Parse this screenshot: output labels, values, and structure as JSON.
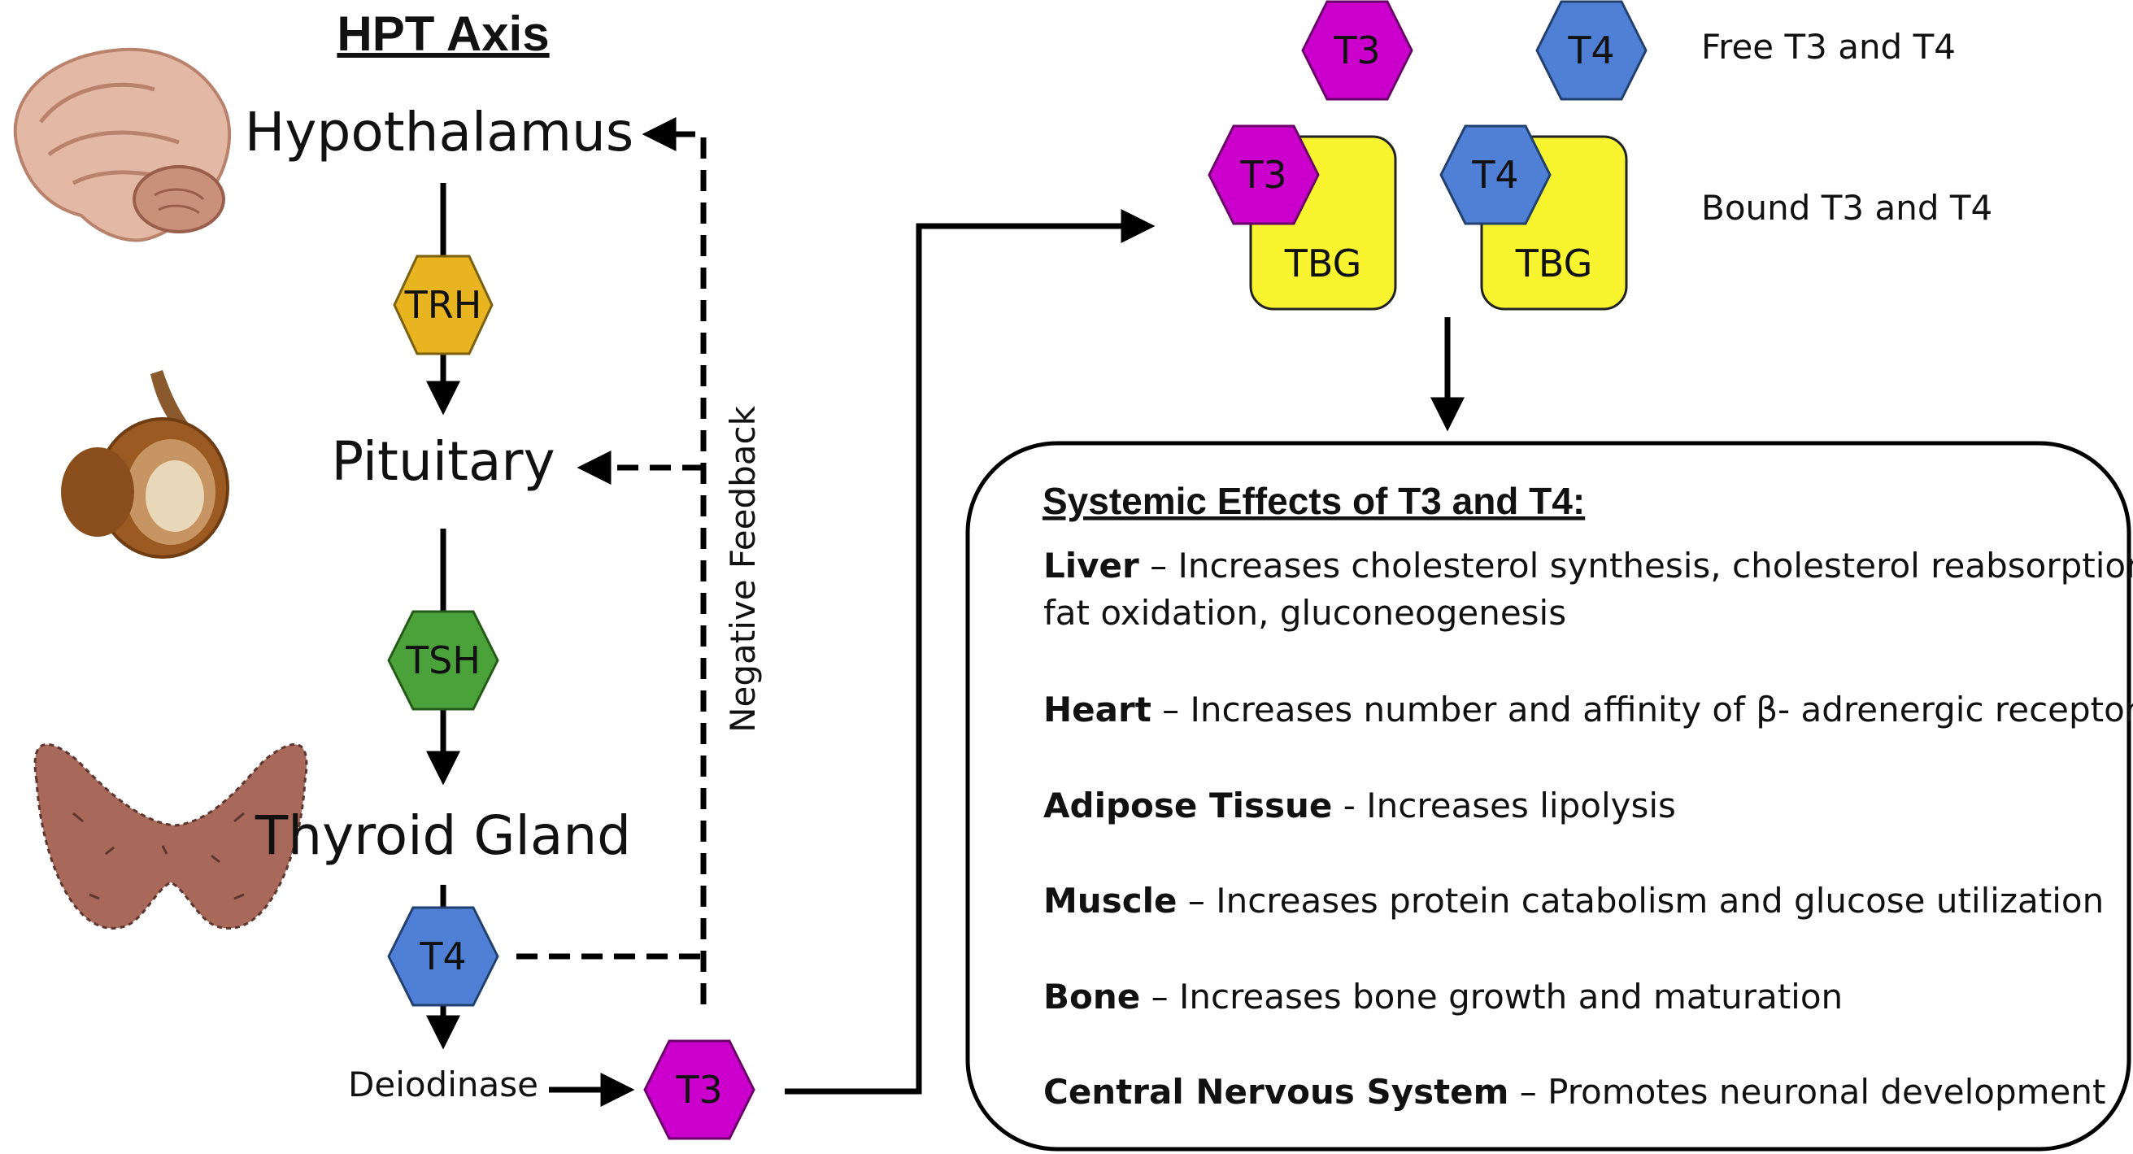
{
  "title": "HPT Axis",
  "stages": {
    "hypothalamus": "Hypothalamus",
    "pituitary": "Pituitary",
    "thyroid": "Thyroid Gland",
    "deiodinase": "Deiodinase"
  },
  "hormones": {
    "trh": "TRH",
    "tsh": "TSH",
    "t4": "T4",
    "t3": "T3"
  },
  "feedback_label": "Negative Feedback",
  "transport": {
    "free_t3": "T3",
    "free_t4": "T4",
    "free_label": "Free T3 and T4",
    "bound_t3": "T3",
    "bound_t4": "T4",
    "tbg_1": "TBG",
    "tbg_2": "TBG",
    "bound_label": "Bound T3 and T4"
  },
  "effects": {
    "title": "Systemic Effects of T3 and T4:",
    "items": [
      {
        "organ": "Liver",
        "sep": " – ",
        "text": "Increases cholesterol synthesis, cholesterol reabsorption,",
        "text2": "fat oxidation, gluconeogenesis"
      },
      {
        "organ": "Heart",
        "sep": " – ",
        "text": "Increases number and affinity of β- adrenergic receptors"
      },
      {
        "organ": "Adipose Tissue",
        "sep": " - ",
        "text": "Increases lipolysis"
      },
      {
        "organ": "Muscle",
        "sep": " – ",
        "text": "Increases protein catabolism and glucose utilization"
      },
      {
        "organ": "Bone",
        "sep": " – ",
        "text": "Increases bone growth and maturation"
      },
      {
        "organ": "Central Nervous System",
        "sep": " – ",
        "text": "Promotes neuronal development"
      }
    ]
  },
  "colors": {
    "trh": "#E8B521",
    "tsh": "#4CA23A",
    "t4": "#4F80D6",
    "t3": "#CC00CC",
    "tbg": "#F8F530",
    "brain": "#E3B8A4",
    "pituitary": "#9A5A22",
    "thyroid": "#A8685A"
  },
  "icons": [
    "brain-icon",
    "pituitary-icon",
    "thyroid-icon"
  ]
}
